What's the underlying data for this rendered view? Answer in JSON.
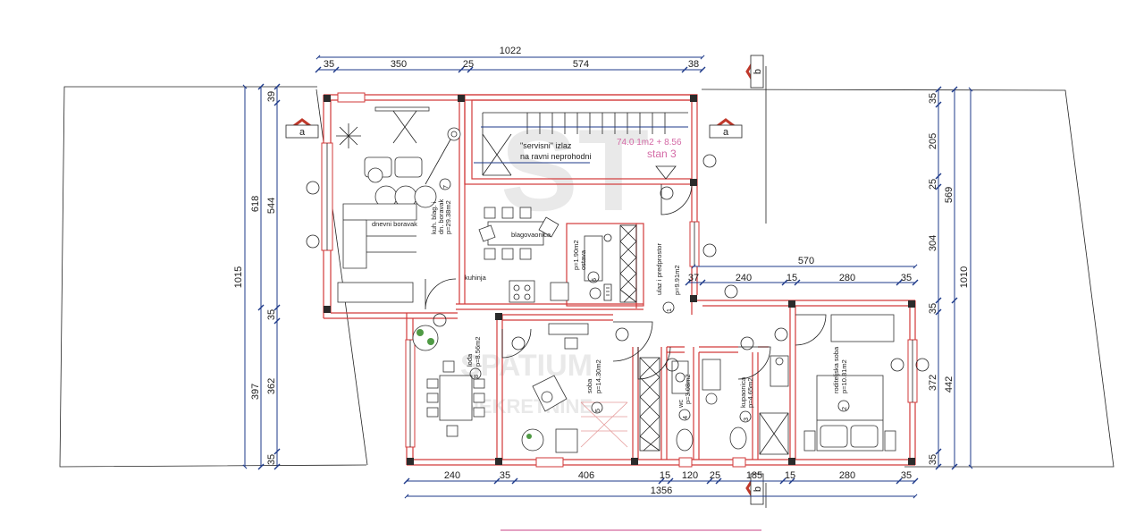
{
  "dimensions": {
    "top_total": "1022",
    "top_segments": [
      "35",
      "350",
      "25",
      "574",
      "38"
    ],
    "bottom_total": "1356",
    "bottom_segments": [
      "240",
      "35",
      "406",
      "15",
      "120",
      "25",
      "185",
      "15",
      "280",
      "35"
    ],
    "mid_total": "570",
    "mid_segments": [
      "37",
      "240",
      "15",
      "280",
      "35"
    ],
    "left_outer": "1015",
    "left_mid_upper": "618",
    "left_mid_lower": "397",
    "left_inner": [
      "39",
      "544",
      "35",
      "362",
      "35"
    ],
    "right_outer": "1010",
    "right_mid_upper": "569",
    "right_mid_lower": "442",
    "right_inner_upper": [
      "35",
      "205",
      "25",
      "304"
    ],
    "right_inner_lower": [
      "35",
      "372",
      "35"
    ]
  },
  "section_marks": {
    "a_left": "a",
    "a_right": "a",
    "b_top": "b",
    "b_bottom": "b"
  },
  "rooms": {
    "living": {
      "number": "7",
      "line1": "kuh. blag. i",
      "line2": "dn. boravak",
      "area": "p=29.38m2",
      "sofa_label": "dnevni boravak"
    },
    "dining": {
      "label": "blagovaonica"
    },
    "kitchen": {
      "label": "kuhinja"
    },
    "pantry": {
      "number": "6",
      "label": "ostava",
      "area": "p=1.90m2"
    },
    "entry": {
      "number": "1",
      "label": "ulaz i predprostor",
      "area": "p=9.91m2"
    },
    "loggia": {
      "number": "8",
      "label": "lođa",
      "area": "p=8.56m2"
    },
    "room": {
      "number": "5",
      "label": "soba",
      "area": "p=14.30m2"
    },
    "wc": {
      "number": "4",
      "label": "wc",
      "area": "p=3.08m2"
    },
    "bathroom": {
      "number": "3",
      "label": "kupaonica",
      "area": "p=4.65m2"
    },
    "bedroom": {
      "number": "2",
      "label": "roditeljska soba",
      "area": "p=10.81m2"
    }
  },
  "notes": {
    "exit_line1": "\"servisni\" izlaz",
    "exit_line2": "na ravni neprohodni",
    "apartment_area": "74.0 1m2 + 8.56",
    "apartment_name": "stan 3"
  },
  "watermark": {
    "letters": "ST",
    "word1": "SPATIUM",
    "word2": "NEKRETNINE"
  },
  "colors": {
    "wall": "#d23a3a",
    "dimension": "#1e3a8a",
    "annotation": "#d46aa6"
  }
}
